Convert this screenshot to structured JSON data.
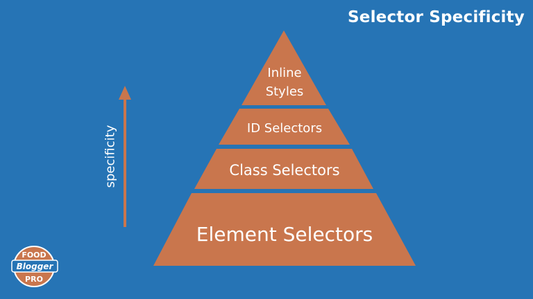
{
  "slide": {
    "title": "Selector Specificity",
    "axis_label": "specificity"
  },
  "pyramid": {
    "tiers": [
      {
        "label_lines": [
          "Inline",
          "Styles"
        ]
      },
      {
        "label_lines": [
          "ID Selectors"
        ]
      },
      {
        "label_lines": [
          "Class Selectors"
        ]
      },
      {
        "label_lines": [
          "Element Selectors"
        ]
      }
    ]
  },
  "logo": {
    "top": "FOOD",
    "middle": "Blogger",
    "bottom": "PRO"
  },
  "colors": {
    "background": "#2674b5",
    "tier_fill": "#c9764d",
    "arrow": "#c9764d",
    "text": "#ffffff"
  }
}
